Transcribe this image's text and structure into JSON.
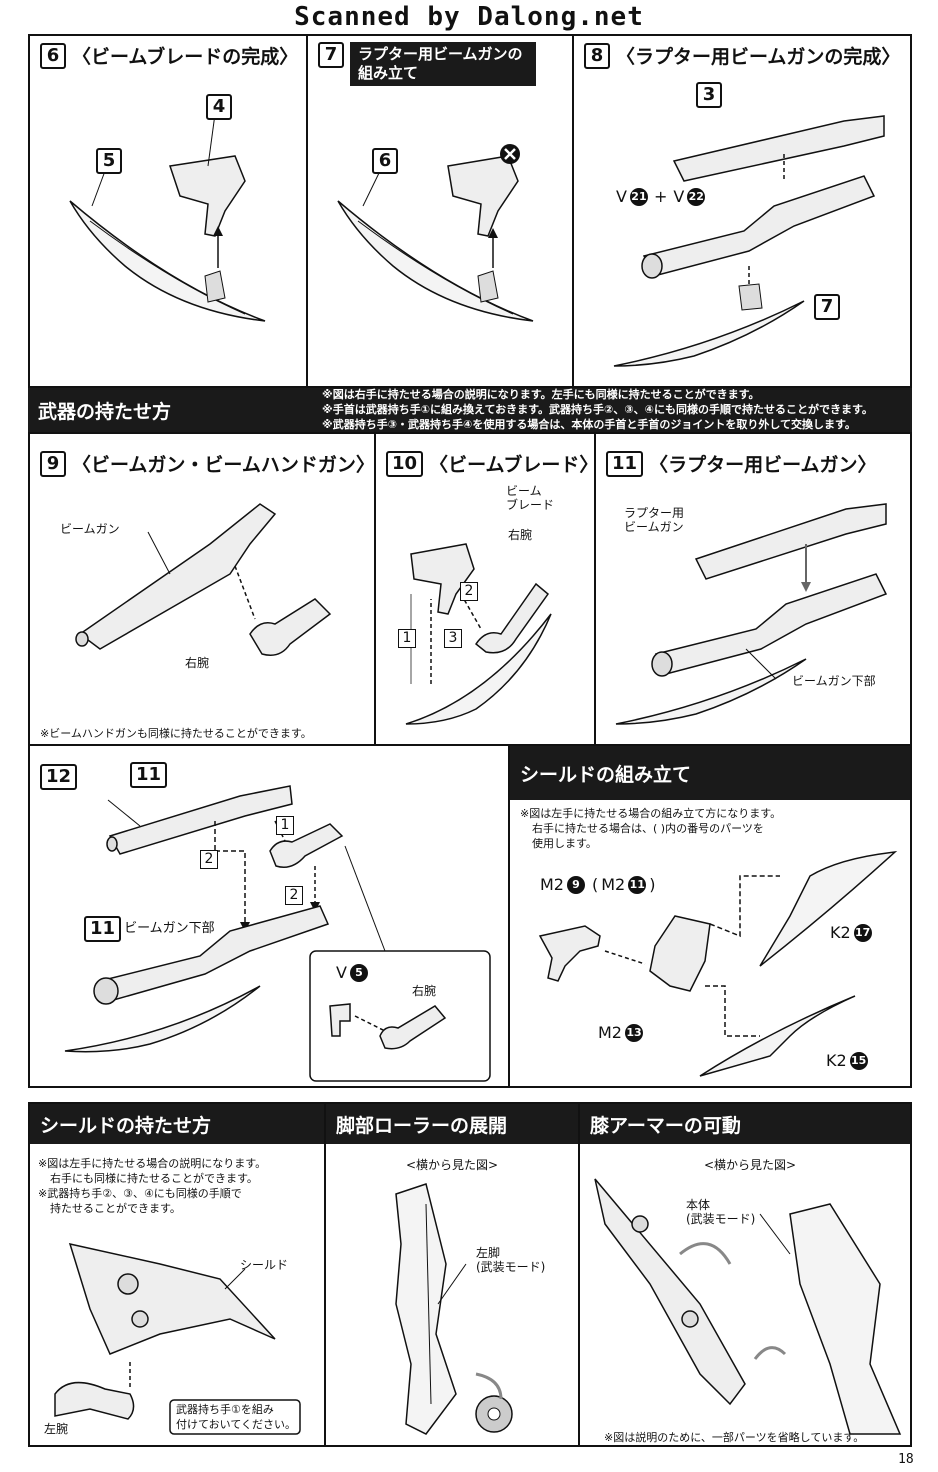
{
  "header": {
    "scan_credit": "Scanned by Dalong.net"
  },
  "step6": {
    "num": "6",
    "title": "〈ビームブレードの完成〉",
    "part_a": "4",
    "part_b": "5"
  },
  "step7": {
    "num": "7",
    "title": "ラプター用ビームガンの組み立て",
    "part_a": "6"
  },
  "step8": {
    "num": "8",
    "title": "〈ラプター用ビームガンの完成〉",
    "part_a": "3",
    "part_b": "7",
    "v_a": "V",
    "v_a_n": "21",
    "plus": "+",
    "v_b": "V",
    "v_b_n": "22"
  },
  "weapons": {
    "title": "武器の持たせ方",
    "notes": [
      "※図は右手に持たせる場合の説明になります。左手にも同様に持たせることができます。",
      "※手首は武器持ち手①に組み換えておきます。武器持ち手②、③、④にも同様の手順で持たせることができます。",
      "※武器持ち手③・武器持ち手④を使用する場合は、本体の手首と手首のジョイントを取り外して交換します。"
    ]
  },
  "step9": {
    "num": "9",
    "title": "〈ビームガン・ビームハンドガン〉",
    "label_gun": "ビームガン",
    "label_arm": "右腕",
    "note": "※ビームハンドガンも同様に持たせることができます。"
  },
  "step10": {
    "num": "10",
    "title": "〈ビームブレード〉",
    "label_blade": "ビーム\nブレード",
    "label_blade_1": "ビーム",
    "label_blade_2": "ブレード",
    "label_arm": "右腕",
    "s1": "1",
    "s2": "2",
    "s3": "3"
  },
  "step11": {
    "num": "11",
    "title": "〈ラプター用ビームガン〉",
    "label_gun_1": "ラプター用",
    "label_gun_2": "ビームガン",
    "label_lower": "ビームガン下部"
  },
  "step12": {
    "num": "12",
    "part_a": "11",
    "part_b": "11",
    "label_lower": "ビームガン下部",
    "s1": "1",
    "s2a": "2",
    "s2b": "2",
    "v": "V",
    "v_n": "5",
    "label_arm": "右腕"
  },
  "shield_build": {
    "title": "シールドの組み立て",
    "notes": [
      "※図は左手に持たせる場合の組み立て方になります。",
      "右手に持たせる場合は、(  )内の番号のパーツを",
      "使用します。"
    ],
    "p1": "M2",
    "p1_n": "9",
    "p1_alt": "M2",
    "p1_alt_n": "11",
    "p2": "M2",
    "p2_n": "13",
    "p3": "K2",
    "p3_n": "17",
    "p4": "K2",
    "p4_n": "15"
  },
  "shield_hold": {
    "title": "シールドの持たせ方",
    "notes": [
      "※図は左手に持たせる場合の説明になります。",
      "右手にも同様に持たせることができます。",
      "※武器持ち手②、③、④にも同様の手順で",
      "持たせることができます。"
    ],
    "label_shield": "シールド",
    "label_arm": "左腕",
    "callout_1": "武器持ち手①を組み",
    "callout_2": "付けておいてください。"
  },
  "roller": {
    "title": "脚部ローラーの展開",
    "sub": "<横から見た図>",
    "label_1": "左脚",
    "label_2": "(武装モード)"
  },
  "knee": {
    "title": "膝アーマーの可動",
    "sub": "<横から見た図>",
    "label_1": "本体",
    "label_2": "(武装モード)",
    "note": "※図は説明のために、一部パーツを省略しています。"
  },
  "page_number": "18"
}
